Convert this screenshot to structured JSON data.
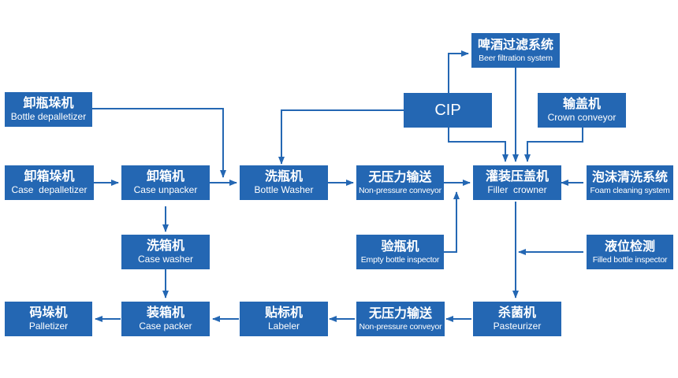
{
  "colors": {
    "box": "#2467b3",
    "arrow": "#2467b3",
    "text": "#ffffff"
  },
  "nodes": {
    "bottle_depalletizer": {
      "zh": "卸瓶垛机",
      "en": "Bottle depalletizer"
    },
    "case_depalletizer": {
      "zh": "卸箱垛机",
      "en": "Case  depalletizer"
    },
    "case_unpacker": {
      "zh": "卸箱机",
      "en": "Case unpacker"
    },
    "case_washer": {
      "zh": "洗箱机",
      "en": "Case washer"
    },
    "bottle_washer": {
      "zh": "洗瓶机",
      "en": "Bottle Washer"
    },
    "conveyor_top": {
      "zh": "无压力输送",
      "en": "Non-pressure conveyor"
    },
    "filler_crowner": {
      "zh": "灌装压盖机",
      "en": "Filler  crowner"
    },
    "foam_cleaning": {
      "zh": "泡沫清洗系统",
      "en": "Foam cleaning system"
    },
    "beer_filtration": {
      "zh": "啤酒过滤系统",
      "en": "Beer filtration system"
    },
    "cip": {
      "label": "CIP"
    },
    "crown_conveyor": {
      "zh": "输盖机",
      "en": "Crown conveyor"
    },
    "empty_bottle_inspector": {
      "zh": "验瓶机",
      "en": "Empty bottle inspector"
    },
    "filled_bottle_inspector": {
      "zh": "液位检测",
      "en": "Filled bottle inspector"
    },
    "pasteurizer": {
      "zh": "杀菌机",
      "en": "Pasteurizer"
    },
    "conveyor_bottom": {
      "zh": "无压力输送",
      "en": "Non-pressure conveyor"
    },
    "labeler": {
      "zh": "贴标机",
      "en": "Labeler"
    },
    "case_packer": {
      "zh": "装箱机",
      "en": "Case packer"
    },
    "palletizer": {
      "zh": "码垛机",
      "en": "Palletizer"
    }
  }
}
